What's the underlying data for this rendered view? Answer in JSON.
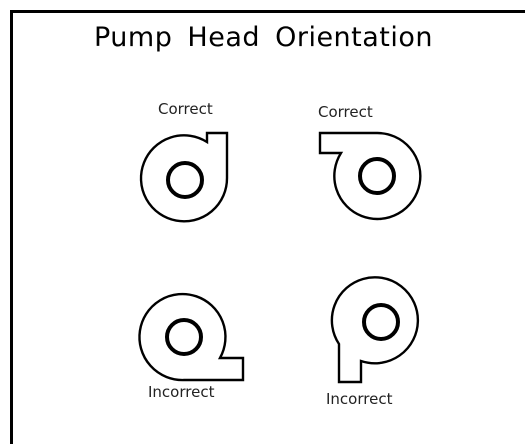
{
  "title": "Pump Head Orientation",
  "pumps": [
    {
      "id": "top-left",
      "label": "Correct"
    },
    {
      "id": "top-right",
      "label": "Correct"
    },
    {
      "id": "bottom-left",
      "label": "Incorrect"
    },
    {
      "id": "bottom-right",
      "label": "Incorrect"
    }
  ],
  "colors": {
    "stroke": "#000000",
    "background": "#ffffff"
  }
}
